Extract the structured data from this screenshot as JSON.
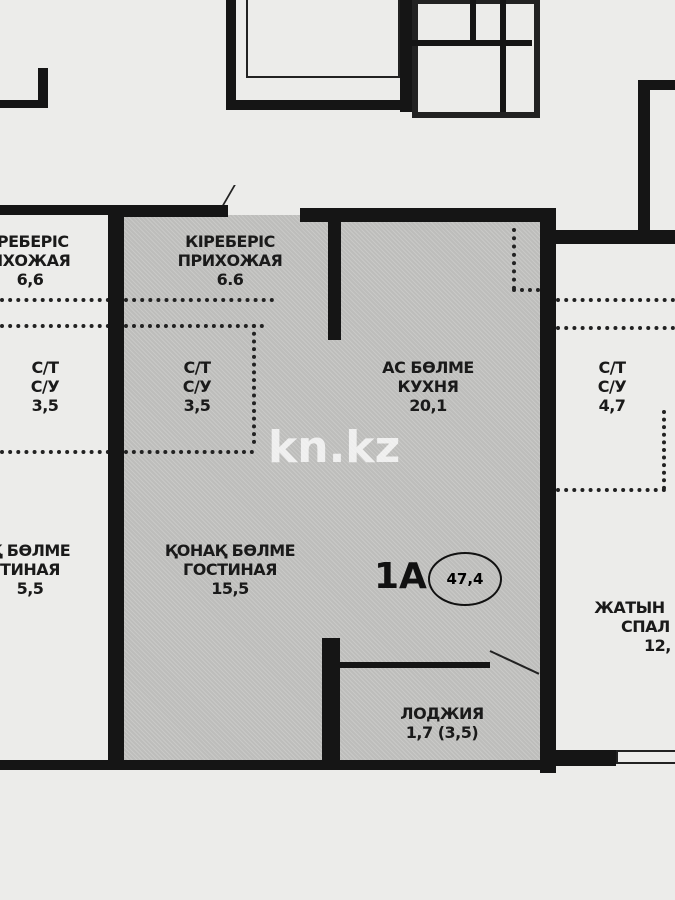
{
  "watermark": "kn.kz",
  "unit": {
    "name": "1A",
    "total_area": "47,4"
  },
  "rooms": {
    "hallway": {
      "kz": "КІРЕБЕРІС",
      "ru": "ПРИХОЖАЯ",
      "area": "6.6"
    },
    "bathroom": {
      "kz": "С/Т",
      "ru": "С/У",
      "area": "3,5"
    },
    "kitchen": {
      "kz": "АС БӨЛМЕ",
      "ru": "КУХНЯ",
      "area": "20,1"
    },
    "living": {
      "kz": "ҚОНАҚ БӨЛМЕ",
      "ru": "ГОСТИНАЯ",
      "area": "15,5"
    },
    "loggia": {
      "ru": "ЛОДЖИЯ",
      "area": "1,7 (3,5)"
    }
  },
  "left_neighbor": {
    "hallway_kz": "ІРЕБЕРІС",
    "hallway_ru": "ИХОЖАЯ",
    "hallway_area": "6,6",
    "bath_kz": "С/Т",
    "bath_ru": "С/У",
    "bath_area": "3,5",
    "living_kz": "Қ БӨЛМЕ",
    "living_ru": "ТИНАЯ",
    "living_area": "5,5"
  },
  "right_neighbor": {
    "bath_kz": "С/Т",
    "bath_ru": "С/У",
    "bath_area": "4,7",
    "bedroom_kz": "ЖАТЫН",
    "bedroom_ru": "СПАЛ",
    "bedroom_area": "12,"
  },
  "colors": {
    "wall": "#151515",
    "unit_fill": "#bdbdbb",
    "paper": "#ececea"
  }
}
